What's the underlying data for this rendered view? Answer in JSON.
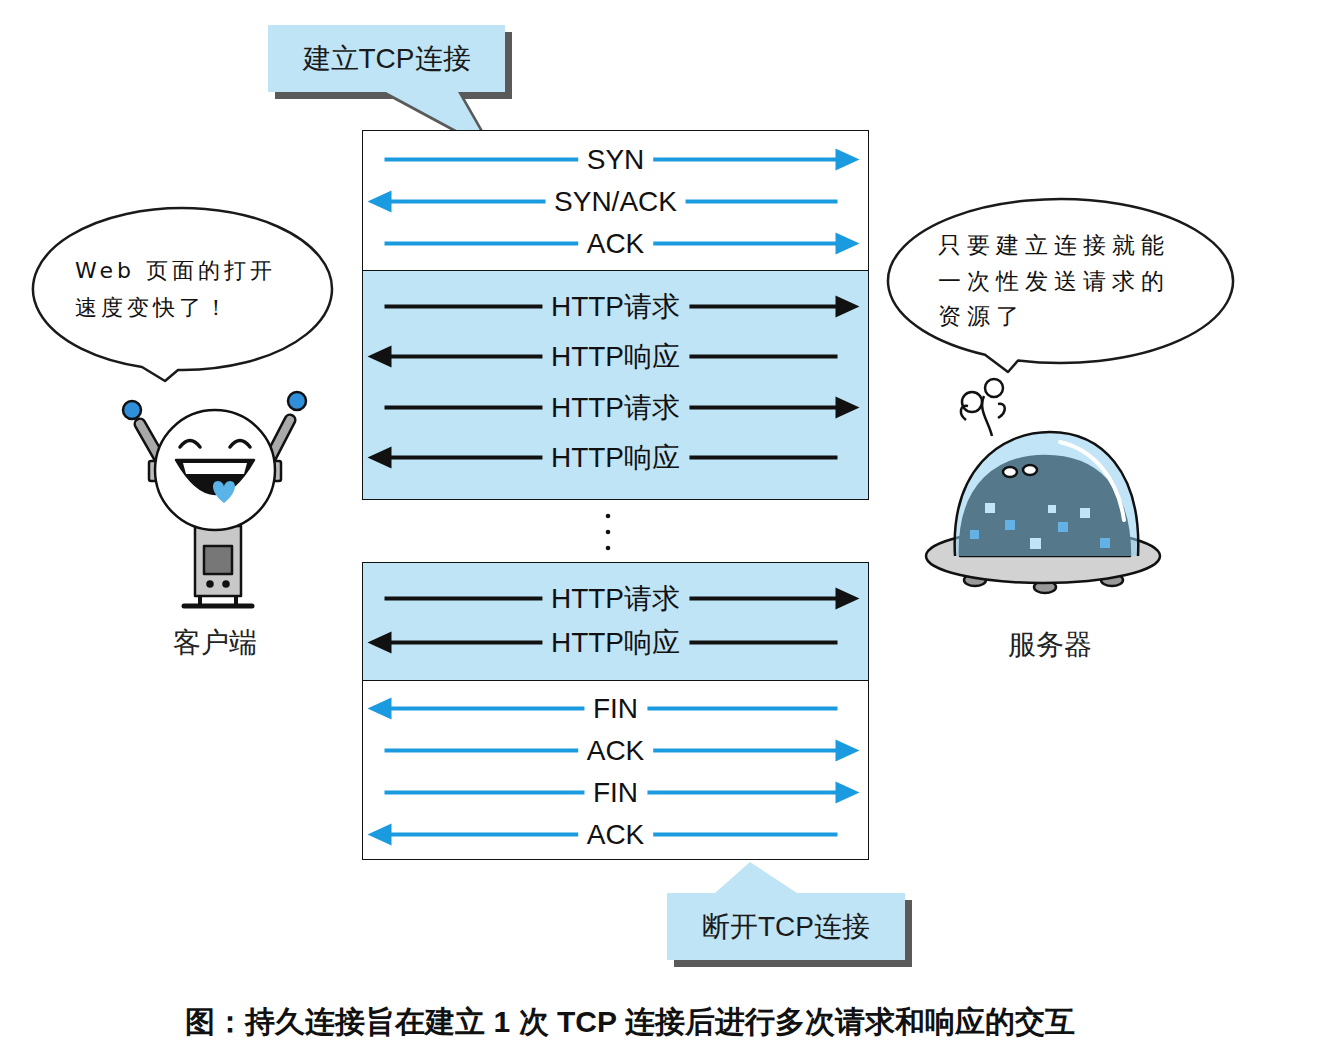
{
  "diagram": {
    "caption": "图：持久连接旨在建立 1 次 TCP 连接后进行多次请求和响应的交互",
    "nodes": [
      {
        "text": [
          "建立TCP连接"
        ]
      },
      {
        "text": [
          "SYN",
          "SYN/ACK",
          "ACK"
        ]
      },
      {
        "text": [
          "Web 页面的打开 速度变快了！"
        ]
      },
      {
        "text": [
          "只要建立连接就能 一次性发送请求的 资源了"
        ]
      },
      {
        "text": [
          "HTTP请求",
          "HTTP响应",
          "HTTP请求",
          "HTTP响应"
        ]
      },
      {
        "text": [
          "HTTP请求",
          "HTTP响应"
        ]
      },
      {
        "text": [
          "FIN",
          "ACK",
          "FIN",
          "ACK"
        ]
      },
      {
        "text": [
          "断开TCP连接"
        ]
      }
    ],
    "labels": [
      "客户端",
      "服务器"
    ]
  }
}
